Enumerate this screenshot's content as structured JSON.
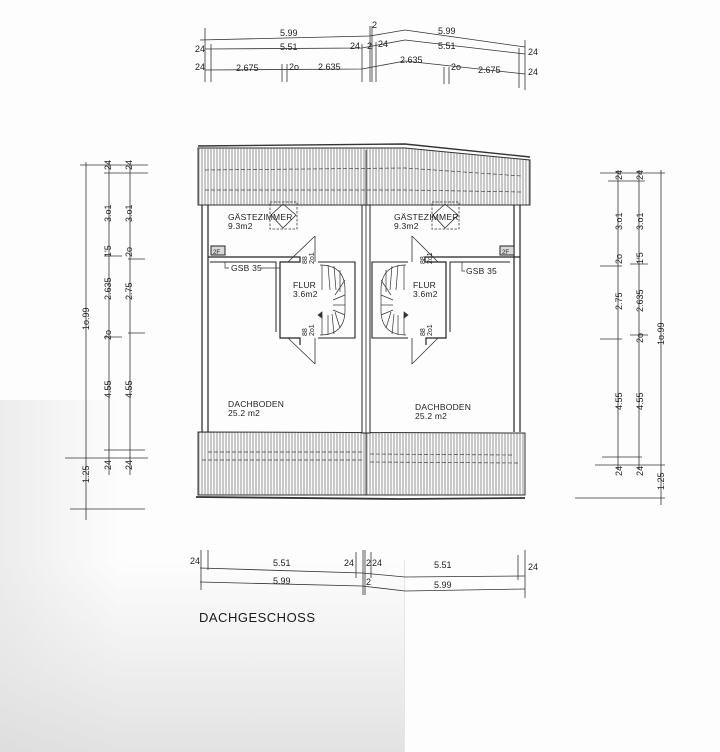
{
  "drawing": {
    "title": "DACHGESCHOSS",
    "units": {
      "left": {
        "rooms": [
          {
            "name": "GÄSTEZIMMER",
            "area": "9.3m2"
          },
          {
            "name": "FLUR",
            "area": "3.6m2"
          },
          {
            "name": "DACHBODEN",
            "area": "25.2 m2"
          }
        ],
        "doors": [
          {
            "width": "88",
            "height": "2o1"
          },
          {
            "width": "88",
            "height": "2o1"
          }
        ],
        "wall_label": "GSB 35",
        "chimney_label": "2F"
      },
      "right": {
        "rooms": [
          {
            "name": "GÄSTEZIMMER",
            "area": "9.3m2"
          },
          {
            "name": "FLUR",
            "area": "3.6m2"
          },
          {
            "name": "DACHBODEN",
            "area": "25.2 m2"
          }
        ],
        "doors": [
          {
            "width": "88",
            "height": "2o1"
          },
          {
            "width": "88",
            "height": "2o1"
          }
        ],
        "wall_label": "GSB 35",
        "chimney_label": "2F"
      }
    },
    "dimensions_top": {
      "row1": [
        "5.99",
        "2",
        "5.99"
      ],
      "row2": [
        "24",
        "5.51",
        "24",
        "2",
        "24",
        "5.51",
        "24"
      ],
      "row3": [
        "24",
        "2.675",
        "2o",
        "2.635",
        "2.635",
        "2o",
        "2.675",
        "24"
      ]
    },
    "dimensions_bottom": {
      "row1": [
        "24",
        "5.51",
        "24",
        "2",
        "24",
        "5.51",
        "24"
      ],
      "row2": [
        "5.99",
        "2",
        "5.99"
      ]
    },
    "dimensions_left": {
      "total": "1o.99",
      "outer": [
        "24",
        "3.o1",
        "1'5",
        "2.635",
        "2o",
        "4.55",
        "24",
        "1.25"
      ],
      "inner": [
        "24",
        "3.o1",
        "2o",
        "2.75",
        "4.55",
        "24"
      ]
    },
    "dimensions_right": {
      "total": "1o.99",
      "outer": [
        "24",
        "3.o1",
        "2o",
        "2.75",
        "4.55",
        "24"
      ],
      "inner": [
        "24",
        "3.o1",
        "1'5",
        "2.635",
        "2o",
        "4.55",
        "24",
        "1.25"
      ]
    }
  }
}
